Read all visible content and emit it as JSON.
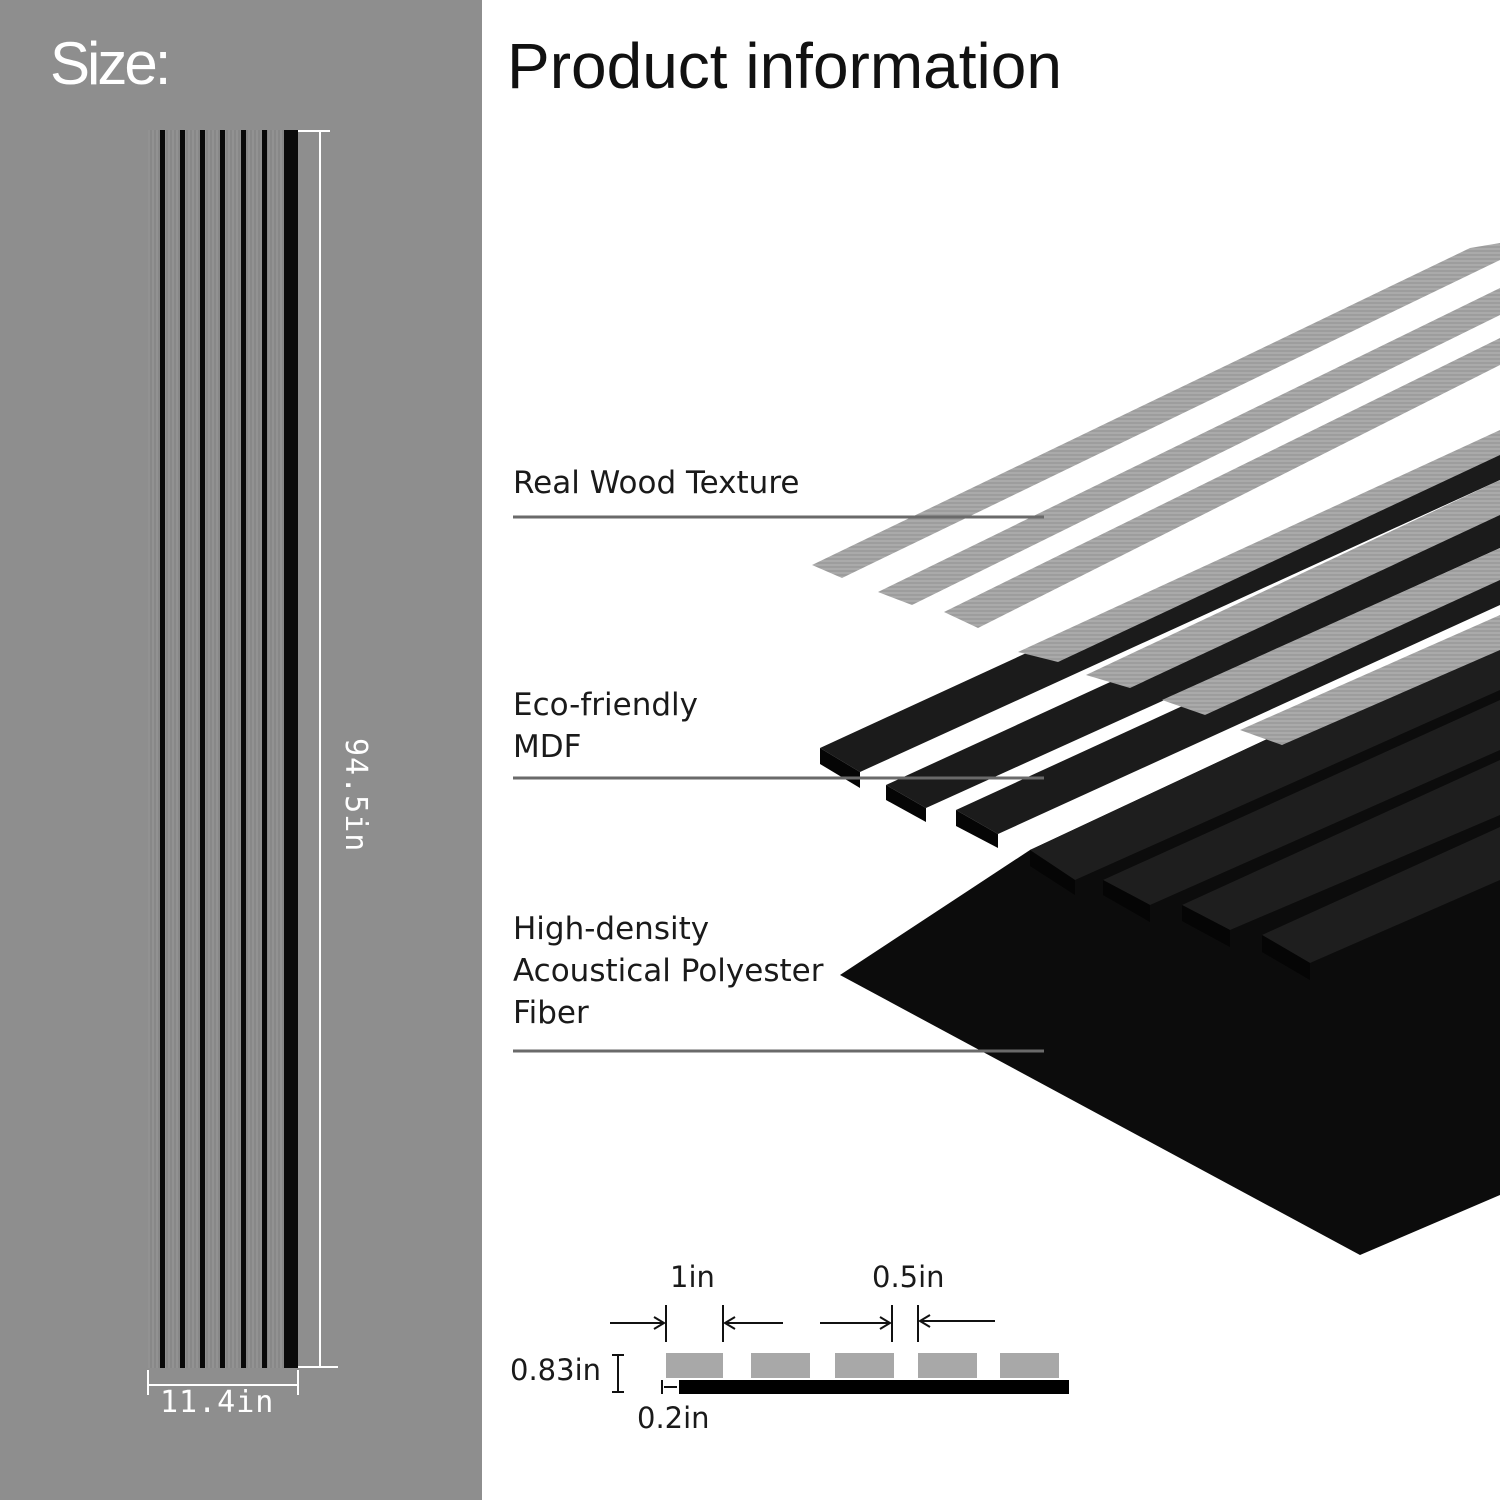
{
  "size_panel": {
    "title": "Size:",
    "width_label": "11.4in",
    "height_label": "94.5in",
    "panel_color": "#8e8e8e",
    "slat_color": "#8a8a8a",
    "groove_color": "#0a0a0a"
  },
  "product_info": {
    "title": "Product information",
    "layers": [
      {
        "lines": [
          "Real Wood Texture"
        ]
      },
      {
        "lines": [
          "Eco-friendly",
          "MDF"
        ]
      },
      {
        "lines": [
          "High-density",
          "Acoustical Polyester",
          "Fiber"
        ]
      }
    ]
  },
  "profile_diagram": {
    "slat_width": "1in",
    "slat_gap": "0.5in",
    "slat_height": "0.83in",
    "backing_thickness": "0.2in"
  }
}
